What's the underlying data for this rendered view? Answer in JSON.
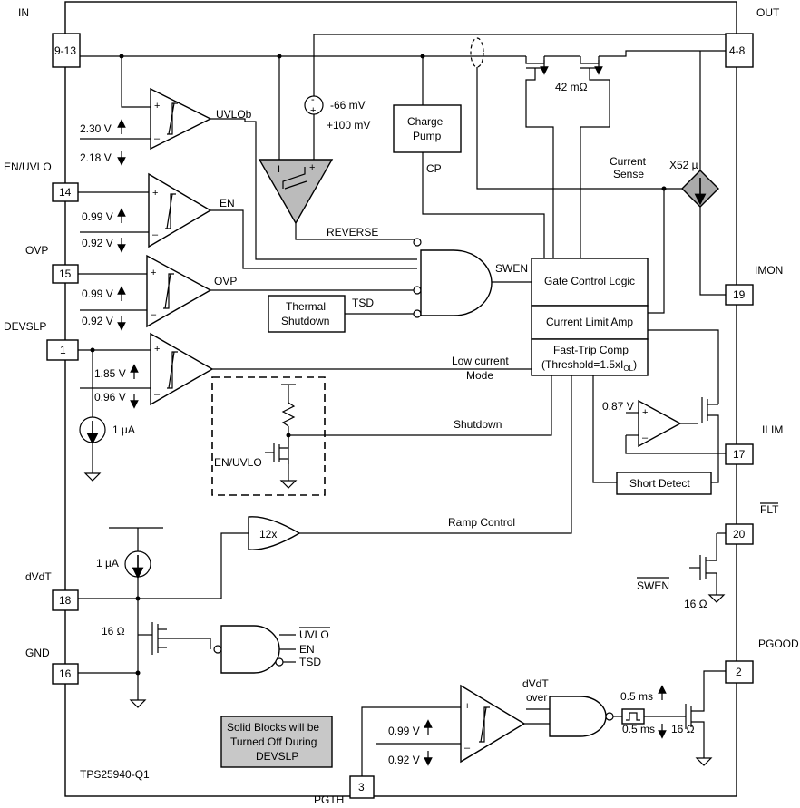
{
  "pins": {
    "in": {
      "name": "IN",
      "num": "9-13"
    },
    "out": {
      "name": "OUT",
      "num": "4-8"
    },
    "en_uvlo": {
      "name": "EN/UVLO",
      "num": "14"
    },
    "ovp": {
      "name": "OVP",
      "num": "15"
    },
    "devslp": {
      "name": "DEVSLP",
      "num": "1"
    },
    "dvdt": {
      "name": "dVdT",
      "num": "18"
    },
    "gnd": {
      "name": "GND",
      "num": "16"
    },
    "pgth": {
      "name": "PGTH",
      "num": "3"
    },
    "imon": {
      "name": "IMON",
      "num": "19"
    },
    "ilim": {
      "name": "ILIM",
      "num": "17"
    },
    "flt": {
      "name": "FLT",
      "num": "20"
    },
    "pgood": {
      "name": "PGOOD",
      "num": "2"
    }
  },
  "blocks": {
    "charge_pump": [
      "Charge",
      "Pump"
    ],
    "thermal_shutdown": [
      "Thermal",
      "Shutdown"
    ],
    "gate_control": "Gate Control Logic",
    "current_limit": "Current Limit Amp",
    "fast_trip": [
      "Fast-Trip Comp",
      "(Threshold=1.5xI",
      "OL",
      ")"
    ],
    "short_detect": "Short Detect",
    "legend": [
      "Solid Blocks will be",
      "Turned Off During",
      "DEVSLP"
    ],
    "gain": "12x"
  },
  "labels": {
    "uvlob": "UVLOb",
    "en": "EN",
    "ovp": "OVP",
    "reverse": "REVERSE",
    "tsd": "TSD",
    "swen": "SWEN",
    "cp": "CP",
    "current_sense": [
      "Current",
      "Sense"
    ],
    "x52": "X52 µ",
    "rds": "42 mΩ",
    "rev_thresh": [
      "-66 mV",
      "+100 mV"
    ],
    "uvlo_th": [
      "2.30 V",
      "2.18 V"
    ],
    "en_th": [
      "0.99 V",
      "0.92 V"
    ],
    "ovp_th": [
      "0.99 V",
      "0.92 V"
    ],
    "devslp_th": [
      "1.85 V",
      "0.96 V"
    ],
    "pgth_th": [
      "0.99 V",
      "0.92 V"
    ],
    "isrc_devslp": "1 µA",
    "isrc_dvdt": "1 µA",
    "low_current": [
      "Low current",
      "Mode"
    ],
    "shutdown": "Shutdown",
    "ramp_control": "Ramp Control",
    "en_uvlo_inner": "EN/UVLO",
    "ilim_ref": "0.87 V",
    "swen_bar": "SWEN",
    "r16_flt": "16 Ω",
    "r16_dvdt": "16 Ω",
    "r16_pgood": "16 Ω",
    "nand_inputs": [
      "UVLO",
      "EN",
      "TSD"
    ],
    "dvdt_over": [
      "dVdT",
      "over"
    ],
    "deglitch": [
      "0.5 ms",
      "0.5 ms"
    ],
    "part": "TPS25940-Q1"
  }
}
